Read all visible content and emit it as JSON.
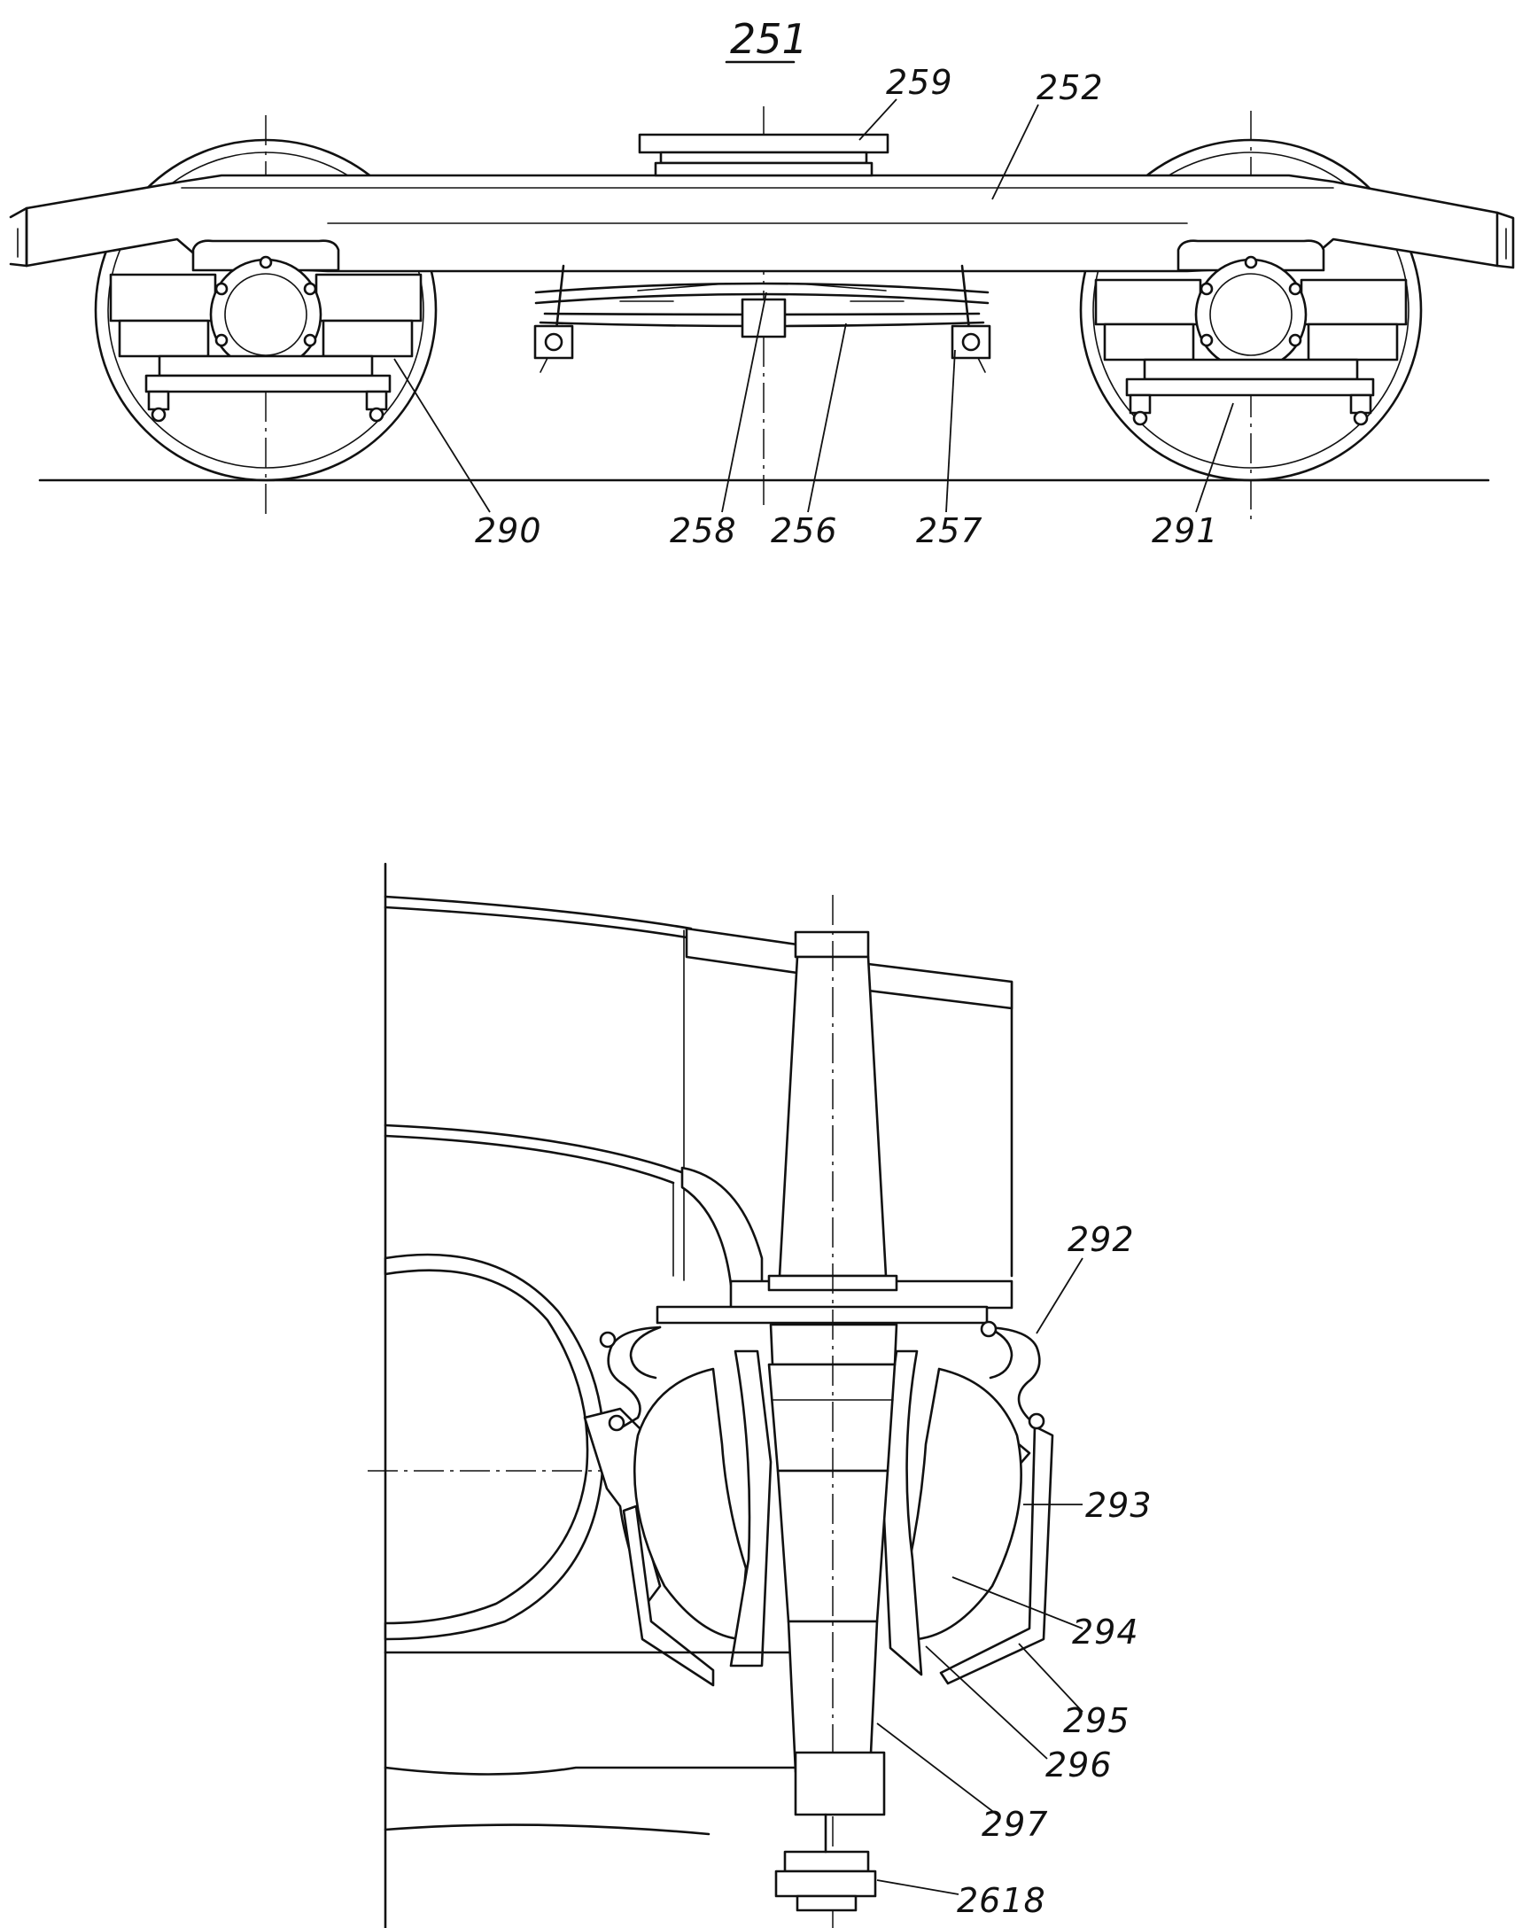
{
  "figure_top": {
    "title": "251",
    "labels": {
      "frame": "252",
      "spring_pack": "256",
      "spring_hanger": "257",
      "spring_clamp": "258",
      "center_plate": "259",
      "axle_box_left": "290",
      "axle_box_right": "291"
    }
  },
  "figure_bottom": {
    "labels": {
      "seal_ring": "292",
      "outer_housing": "293",
      "rubber_element": "294",
      "lower_shell": "295",
      "inner_sleeve": "296",
      "kingpin": "297",
      "nut": "2618"
    }
  }
}
